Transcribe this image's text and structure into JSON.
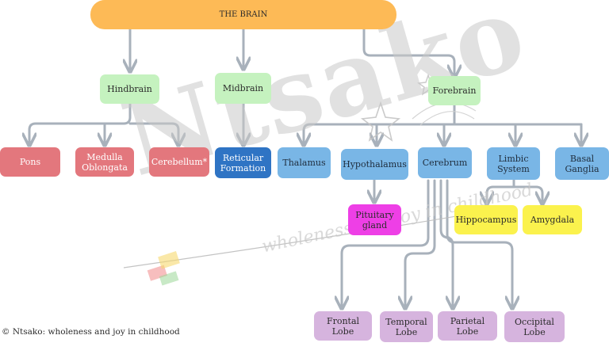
{
  "diagram": {
    "root": "THE BRAIN",
    "divisions": {
      "hindbrain": "Hindbrain",
      "midbrain": "Midbrain",
      "forebrain": "Forebrain"
    },
    "hindbrain_parts": {
      "pons": "Pons",
      "medulla": "Medulla Oblongata",
      "cerebellum": "Cerebellum*"
    },
    "midbrain_parts": {
      "reticular": "Reticular Formation"
    },
    "forebrain_parts": {
      "thalamus": "Thalamus",
      "hypothalamus": "Hypothalamus",
      "cerebrum": "Cerebrum",
      "limbic": "Limbic System",
      "basal": "Basal Ganglia"
    },
    "hypothalamus_parts": {
      "pituitary": "Pituitary gland"
    },
    "limbic_parts": {
      "hippocampus": "Hippocampus",
      "amygdala": "Amygdala"
    },
    "cerebrum_parts": {
      "frontal": "Frontal Lobe",
      "temporal": "Temporal Lobe",
      "parietal": "Parietal Lobe",
      "occipital": "Occipital Lobe"
    }
  },
  "watermark": {
    "main": "Ntsako",
    "sub": "wholeness and joy in childhood"
  },
  "credit": "© Ntsako: wholeness and joy in childhood",
  "colors": {
    "connector": "#a8b1bb",
    "root": "#fdba56",
    "division": "#c5f2bf",
    "hindbrain_part": "#e3777d",
    "midbrain_part": "#2f74c4",
    "forebrain_part": "#79b6e6",
    "limbic_part": "#fbf24d",
    "lobe": "#d6b4de",
    "pituitary": "#ee3fe6"
  }
}
